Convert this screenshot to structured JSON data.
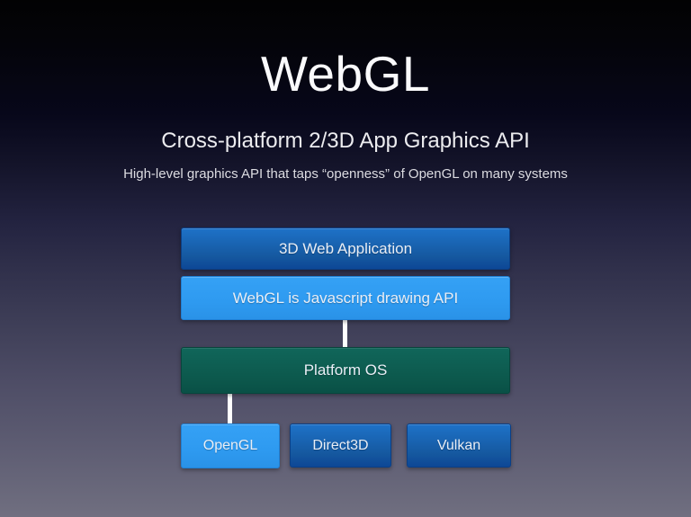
{
  "slide": {
    "title": "WebGL",
    "subtitle": "Cross-platform 2/3D App Graphics API",
    "description": "High-level graphics API that taps “openness” of OpenGL on many systems"
  },
  "diagram": {
    "web_app": {
      "label": "3D Web Application",
      "style": "blue-gradient"
    },
    "webgl_api": {
      "label": "WebGL is Javascript drawing API",
      "style": "light-blue"
    },
    "platform_os": {
      "label": "Platform OS",
      "style": "teal"
    },
    "opengl": {
      "label": "OpenGL",
      "style": "light-blue"
    },
    "direct3d": {
      "label": "Direct3D",
      "style": "blue-gradient"
    },
    "vulkan": {
      "label": "Vulkan",
      "style": "blue-gradient"
    },
    "connectors": [
      {
        "from": "webgl_api",
        "to": "platform_os"
      },
      {
        "from": "platform_os",
        "to": "opengl"
      }
    ]
  },
  "colors": {
    "light_blue": "#2e9af0",
    "dark_blue_top": "#1e72c8",
    "dark_blue_bottom": "#0d4796",
    "teal_top": "#10665a",
    "teal_bottom": "#0a5046",
    "connector": "#ffffff",
    "background_top": "#020203",
    "background_bottom": "#706f80",
    "text": "#fafafc"
  }
}
